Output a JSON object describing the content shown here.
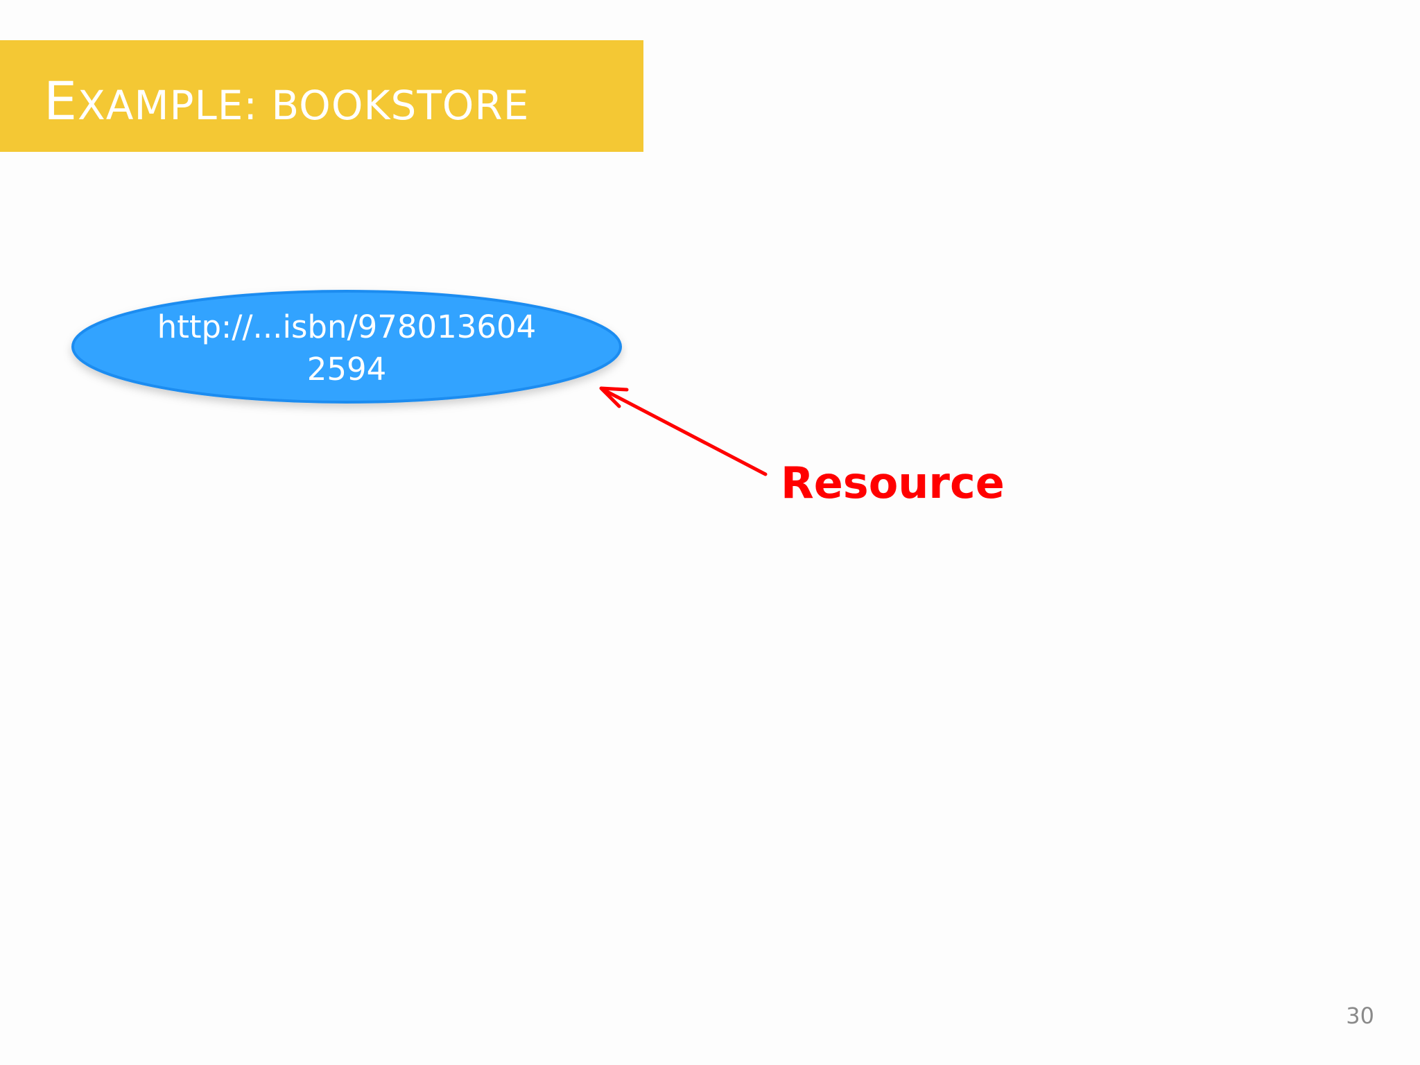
{
  "slide": {
    "title_initial": "E",
    "title_rest": "XAMPLE: BOOKSTORE",
    "page_number": "30"
  },
  "diagram": {
    "node": {
      "line1": "http://...isbn/978013604",
      "line2": "2594",
      "fill_color": "#33a3ff",
      "stroke_color": "#1a8cf0"
    },
    "callout": {
      "label": "Resource",
      "color": "#ff0000"
    }
  }
}
